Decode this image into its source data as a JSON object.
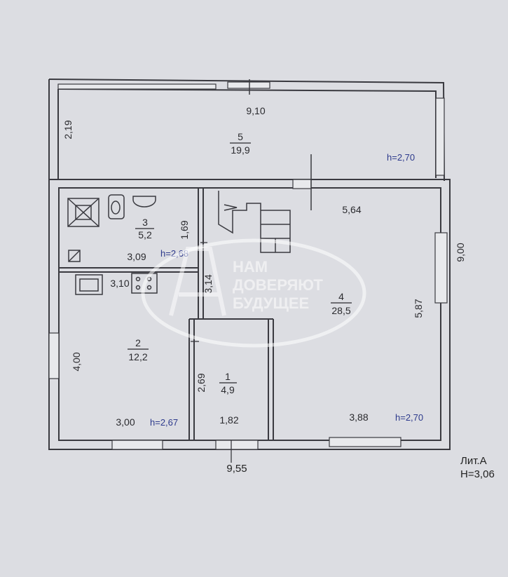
{
  "rooms": [
    {
      "number": "5",
      "area": "19,9"
    },
    {
      "number": "3",
      "area": "5,2"
    },
    {
      "number": "4",
      "area": "28,5"
    },
    {
      "number": "2",
      "area": "12,2"
    },
    {
      "number": "1",
      "area": "4,9"
    }
  ],
  "heights": {
    "room5": "h=2,70",
    "room3": "h=2,68",
    "room2": "h=2,67",
    "room4": "h=2,70"
  },
  "dimensions": {
    "top_width": "9,10",
    "veranda_depth": "2,19",
    "room3_width": "3,09",
    "room3_depth": "1,69",
    "kitchen_len": "3,10",
    "room4_top": "5,64",
    "side_right": "9,00",
    "corridor_height": "3,14",
    "room4_height": "5,87",
    "room2_height": "4,00",
    "room1_height": "2,69",
    "room2_width": "3,00",
    "room1_width": "1,82",
    "room4_width": "3,88",
    "bottom_width": "9,55"
  },
  "legend": {
    "lit": "Лит.А",
    "total_height": "H=3,06"
  },
  "watermark": {
    "line1": "НАМ",
    "line2": "ДОВЕРЯЮТ",
    "line3": "БУДУЩЕЕ",
    "logo": "A"
  }
}
